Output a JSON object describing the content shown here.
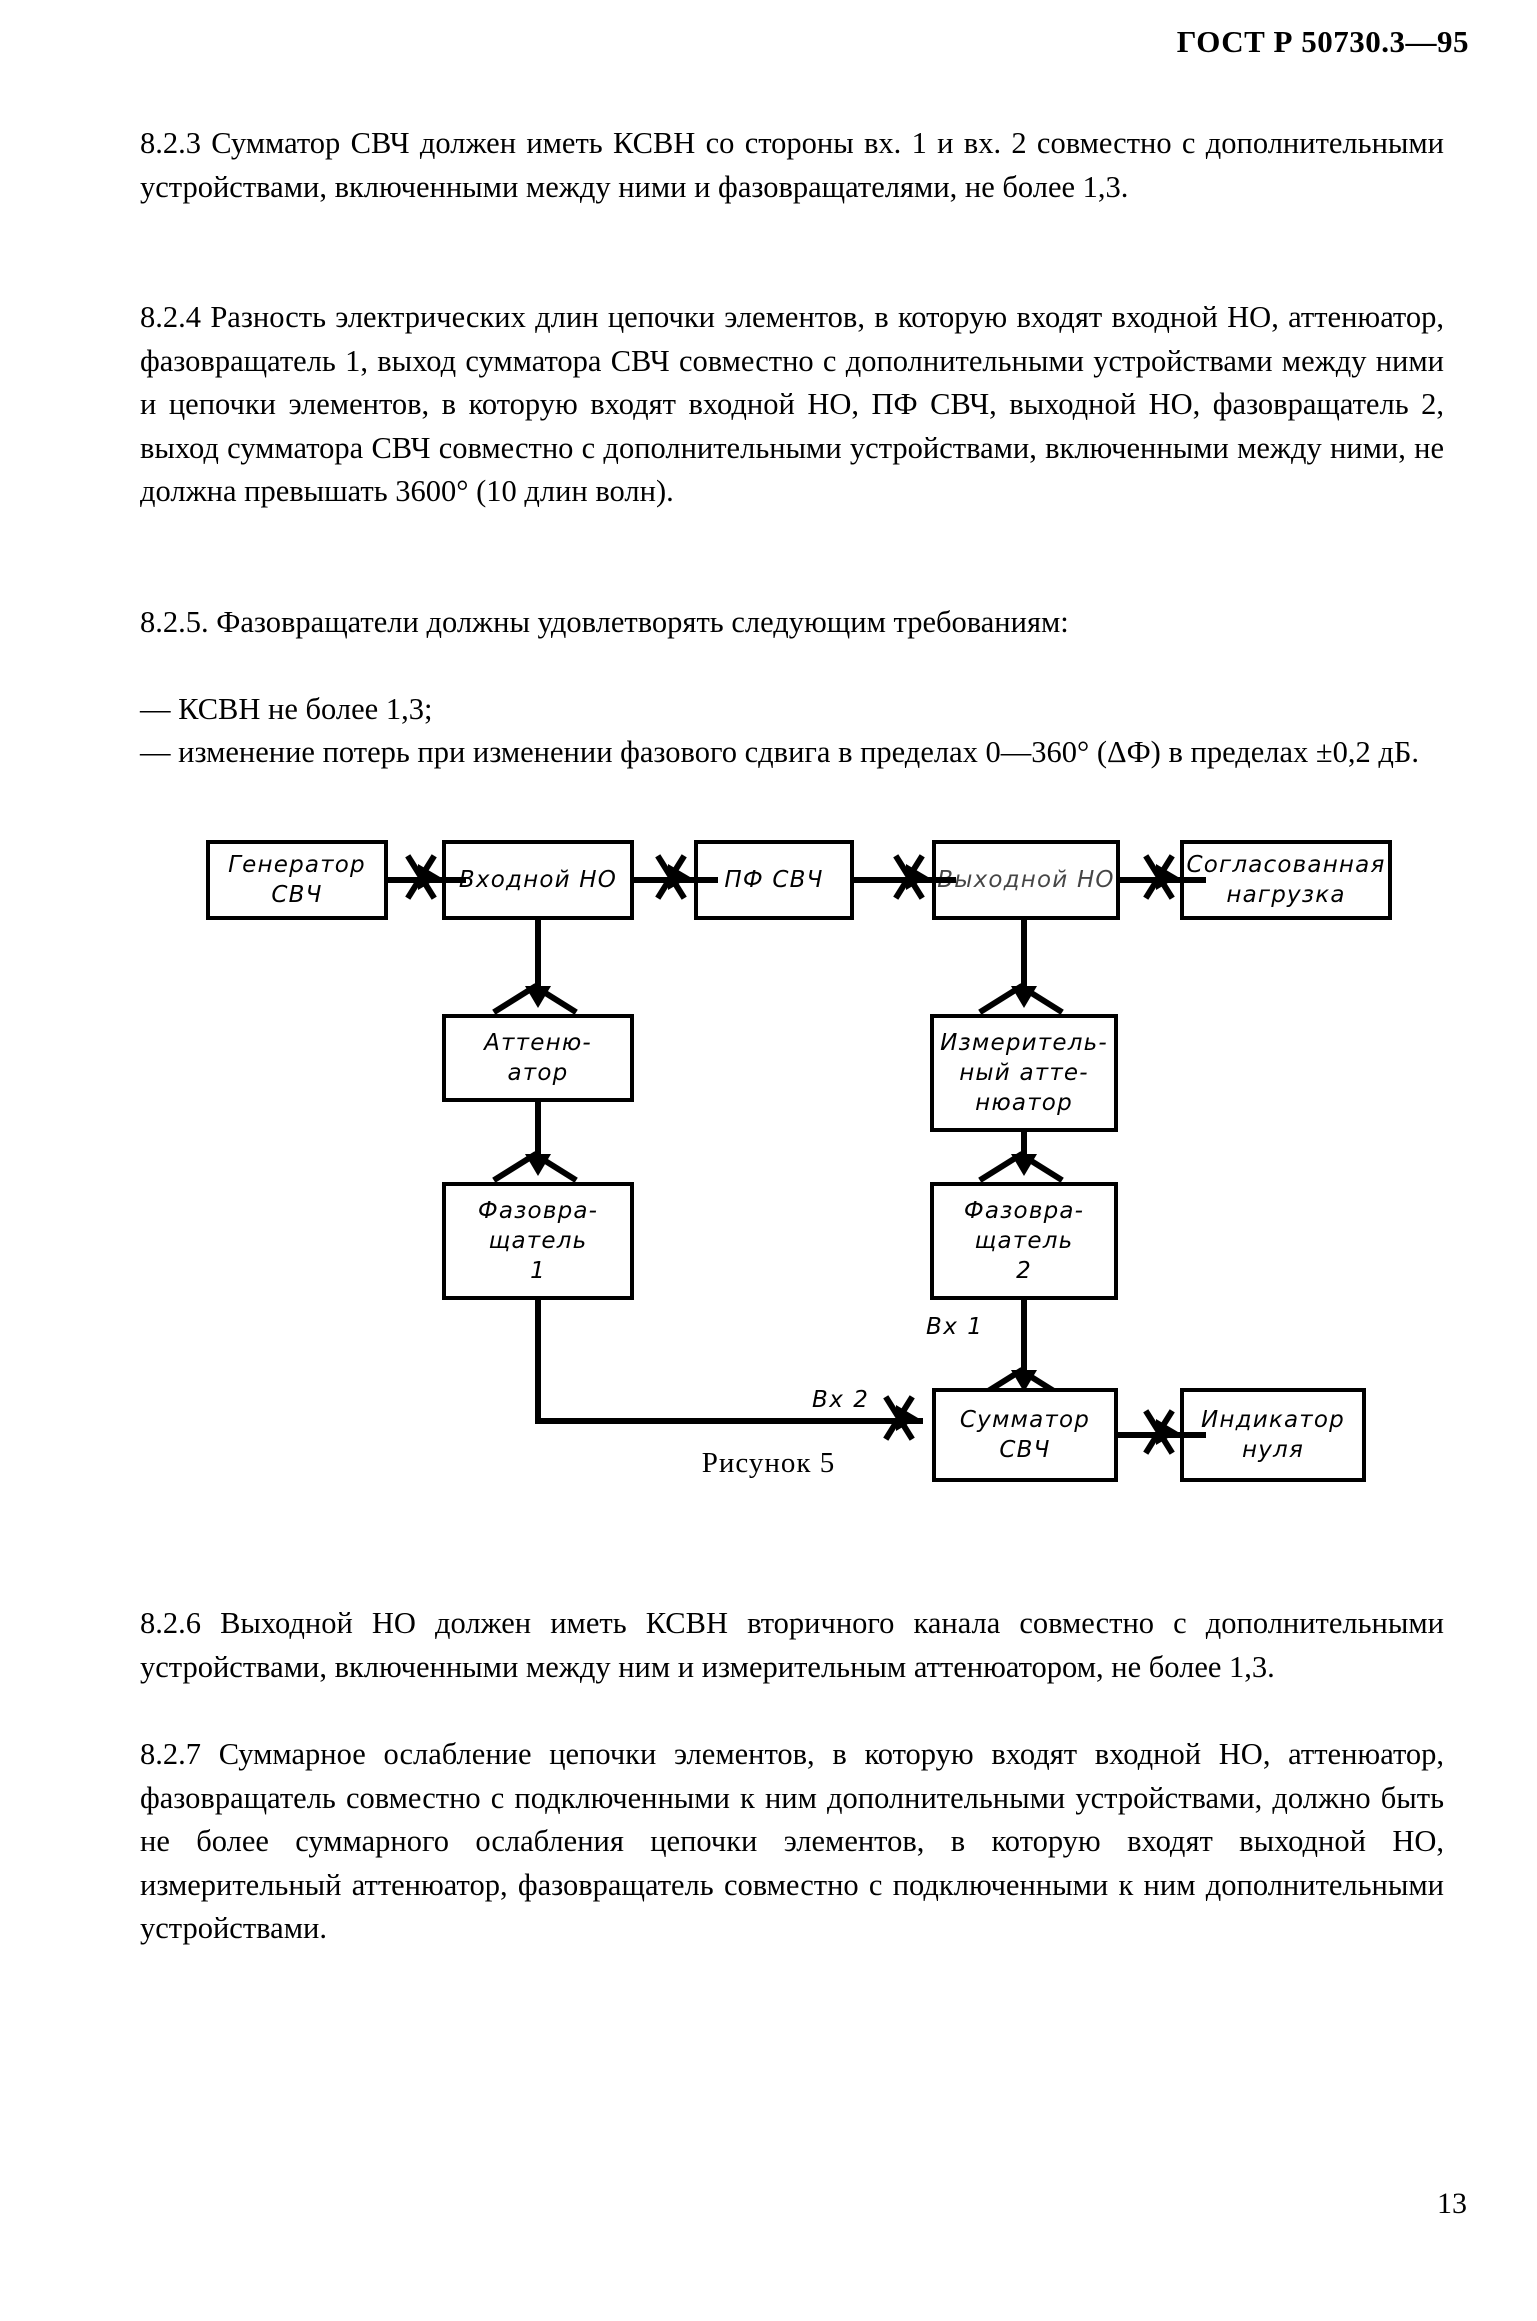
{
  "header": {
    "standard_ref": "ГОСТ Р 50730.3—95"
  },
  "body": {
    "p_823": "8.2.3 Сумматор СВЧ должен иметь КСВН со стороны вх. 1 и вх. 2 совместно с дополнительными устройствами,  включенными между ними и фазовращателями, не более 1,3.",
    "p_824": "8.2.4 Разность электрических длин цепочки  элементов, в которую  входят  входной  НО,  аттенюатор, фазовращатель 1, выход сумматора СВЧ совместно с дополнительными устройствами между ними и цепочки элементов, в    которую   входят   входной  НО, ПФ СВЧ, выходной НО, фазовращатель 2, выход сумматора СВЧ совместно с дополнительными устройствами, включенными между ними, не должна превышать 3600° (10 длин волн).",
    "p_825": "8.2.5. Фазовращатели должны удовлетворять следующим требованиям:",
    "list_item_1": "— КСВН не более 1,3;",
    "list_item_2": "— изменение потерь при изменении фазового  сдвига в пределах 0—360° (ΔФ) в пределах ±0,2 дБ.",
    "p_826": "8.2.6 Выходной НО должен иметь КСВН  вторичного   канала совместно с дополнительными устройствами, включенными между ним и измерительным аттенюатором, не более 1,3.",
    "p_827": "8.2.7 Суммарное ослабление  цепочки  элементов, в  которую входят входной НО, аттенюатор, фазовращатель совместно с подключенными к ним дополнительными устройствами, должно быть не более суммарного ослабления цепочки элементов, в   которую входят выходной НО, измерительный аттенюатор, фазовращатель совместно с подключенными к ним дополнительными устройствами."
  },
  "figure": {
    "caption": "Рисунок 5",
    "nodes": {
      "generator": {
        "line1": "Генератор",
        "line2": "СВЧ"
      },
      "input_no": {
        "line1": "Входной НО"
      },
      "pf_svch": {
        "line1": "ПФ СВЧ"
      },
      "output_no": {
        "line1": "Выходной НО"
      },
      "matched_load": {
        "line1": "Согласованная",
        "line2": "нагрузка"
      },
      "attenuator": {
        "line1": "Аттеню-",
        "line2": "атор"
      },
      "phase_shifter_1": {
        "line1": "Фазовра-",
        "line2": "щатель",
        "line3": "1"
      },
      "meas_attenuator": {
        "line1": "Измеритель-",
        "line2": "ный атте-",
        "line3": "нюатор"
      },
      "phase_shifter_2": {
        "line1": "Фазовра-",
        "line2": "щатель",
        "line3": "2"
      },
      "summator": {
        "line1": "Сумматор",
        "line2": "СВЧ"
      },
      "zero_indicator": {
        "line1": "Индикатор",
        "line2": "нуля"
      }
    },
    "edge_labels": {
      "in_1": "Вх 1",
      "in_2": "Вх 2"
    }
  },
  "footer": {
    "page_number": "13"
  }
}
